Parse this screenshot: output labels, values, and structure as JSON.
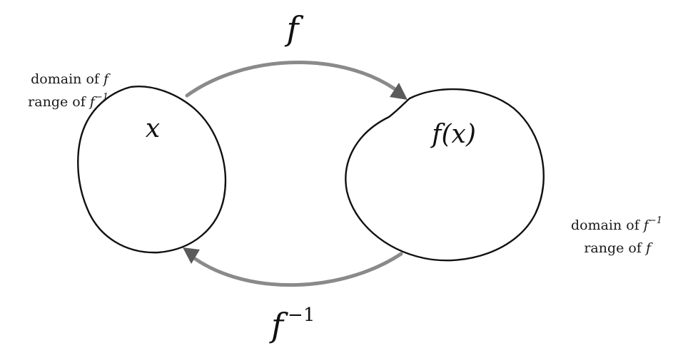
{
  "left_set": {
    "element": "x",
    "annotation": {
      "line1_prefix": "domain of ",
      "line1_fn": "f",
      "line2_prefix": "range of ",
      "line2_fn": "f",
      "line2_sup": "−1"
    }
  },
  "right_set": {
    "element": "f(x)",
    "annotation": {
      "line1_prefix": "domain of ",
      "line1_fn": "f",
      "line1_sup": "−1",
      "line2_prefix": "range of ",
      "line2_fn": "f"
    }
  },
  "forward_arrow": {
    "label": "f"
  },
  "inverse_arrow": {
    "label": "f",
    "sup": "−1"
  },
  "colors": {
    "outline": "#111111",
    "arrow": "#8a8a8a",
    "arrowhead": "#5a5a5a"
  }
}
